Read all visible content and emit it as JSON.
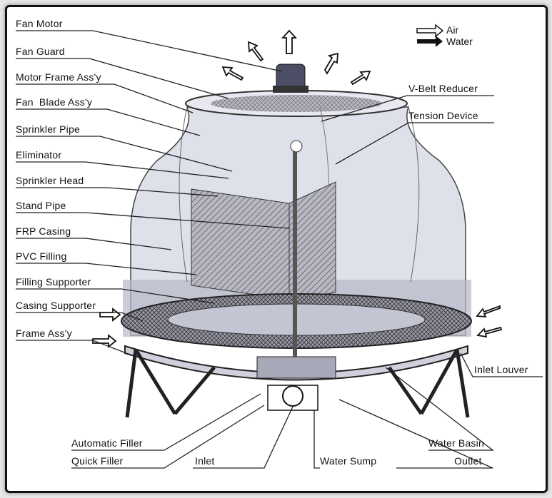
{
  "legend": {
    "air": "Air",
    "water": "Water"
  },
  "labels_left": [
    "Fan Motor",
    "Fan Guard",
    "Motor Frame Ass'y",
    "Fan  Blade Ass'y",
    "Sprinkler Pipe",
    "Eliminator",
    "Sprinkler Head",
    "Stand Pipe",
    "FRP Casing",
    "PVC Filling",
    "Filling Supporter",
    "Casing Supporter",
    "Frame Ass'y"
  ],
  "labels_right": [
    "V-Belt Reducer",
    "Tension Device",
    "Inlet Louver"
  ],
  "labels_bottom": [
    "Automatic Filler",
    "Quick Filler",
    "Inlet",
    "Water Sump",
    "Water Basin",
    "Outlet"
  ],
  "colors": {
    "casing": "#c9cde0",
    "fill": "#8f90a0",
    "frame": "#111111"
  }
}
